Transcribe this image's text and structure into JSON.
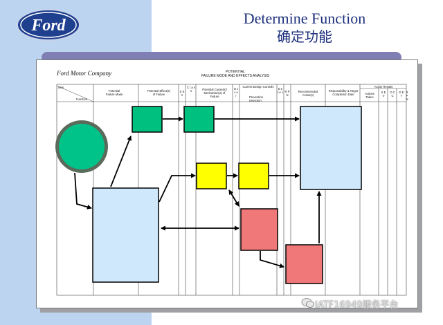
{
  "slide": {
    "title_en": "Determine Function",
    "title_zh": "确定功能"
  },
  "logo": {
    "text": "Ford"
  },
  "form": {
    "company": "Ford Motor Company",
    "title_line1": "POTENTIAL",
    "title_line2": "FAILURE MODE AND EFFECTS ANALYSIS",
    "headers": {
      "item": "Item",
      "function": "Function",
      "failure_mode": "Potential Failure Mode",
      "effects": "Potential Effect(s) of Failure",
      "sev": "S E V",
      "class": "C l a s s",
      "causes": "Potential Cause(s)/ Mechanism(s) of Failure",
      "occur": "O c c u r",
      "controls": "Current Design Controls",
      "prevention": "Prevention",
      "detection": "Detection",
      "detec": "D e t e c",
      "rpn": "R P N",
      "recommended": "Recommended Action(s)",
      "responsibility": "Responsibility & Target Completion Date",
      "action_results": "Action Results",
      "actions_taken": "Actions Taken",
      "r_sev": "S E V",
      "r_occ": "O C C",
      "r_det": "D E T",
      "r_rpn": "R P N"
    }
  },
  "colors": {
    "function_circle": "#00c38a",
    "function_ring": "#5b6b5b",
    "green_box": "#00c080",
    "yellow_box": "#ffff00",
    "red_box": "#f07878",
    "blue_box": "#cfe8fb",
    "title_text": "#1c2f7c"
  },
  "watermark": {
    "text": "IATF16949服务平台"
  }
}
